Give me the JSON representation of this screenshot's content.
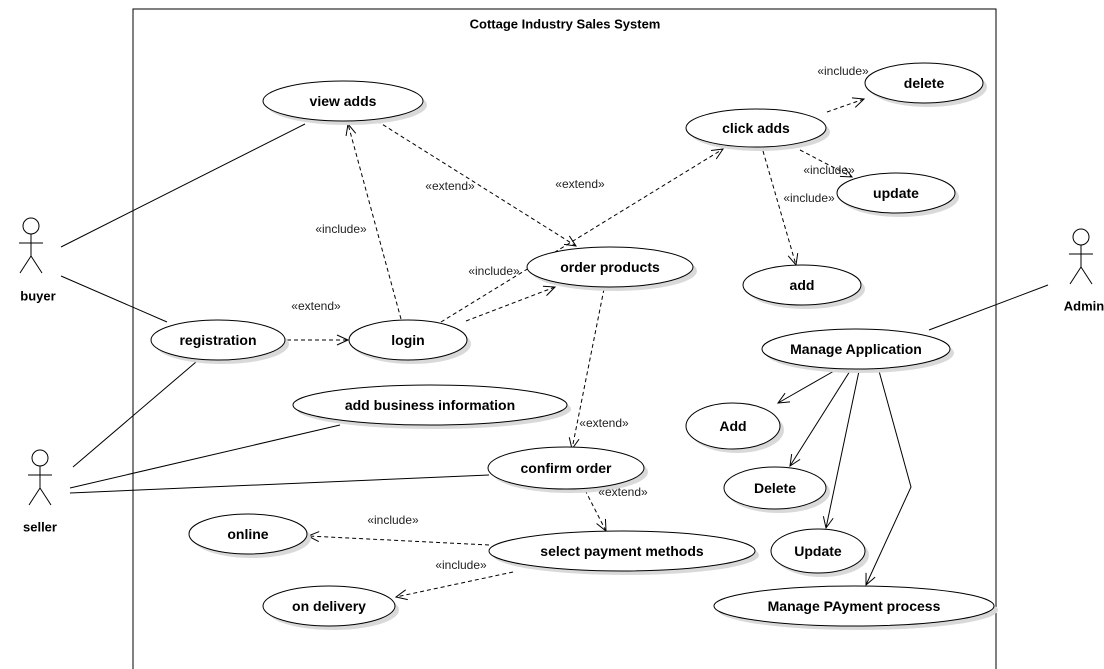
{
  "system": {
    "title": "Cottage Industry Sales System"
  },
  "actors": [
    {
      "id": "buyer",
      "label": "buyer"
    },
    {
      "id": "seller",
      "label": "seller"
    },
    {
      "id": "admin",
      "label": "Admin"
    }
  ],
  "use_cases": [
    {
      "id": "view_adds",
      "label": "view adds"
    },
    {
      "id": "click_adds",
      "label": "click adds"
    },
    {
      "id": "delete",
      "label": "delete"
    },
    {
      "id": "update",
      "label": "update"
    },
    {
      "id": "add",
      "label": "add"
    },
    {
      "id": "order_products",
      "label": "order products"
    },
    {
      "id": "registration",
      "label": "registration"
    },
    {
      "id": "login",
      "label": "login"
    },
    {
      "id": "manage_application",
      "label": "Manage Application"
    },
    {
      "id": "add_business_info",
      "label": "add business information"
    },
    {
      "id": "admin_add",
      "label": "Add"
    },
    {
      "id": "confirm_order",
      "label": "confirm order"
    },
    {
      "id": "admin_delete",
      "label": "Delete"
    },
    {
      "id": "online",
      "label": "online"
    },
    {
      "id": "select_payment",
      "label": "select payment methods"
    },
    {
      "id": "admin_update",
      "label": "Update"
    },
    {
      "id": "on_delivery",
      "label": "on delivery"
    },
    {
      "id": "manage_payment",
      "label": "Manage PAyment process"
    }
  ],
  "associations": [
    {
      "from": "buyer",
      "to": "view_adds"
    },
    {
      "from": "buyer",
      "to": "registration"
    },
    {
      "from": "seller",
      "to": "registration"
    },
    {
      "from": "seller",
      "to": "add_business_info"
    },
    {
      "from": "seller",
      "to": "confirm_order"
    },
    {
      "from": "admin",
      "to": "manage_application"
    }
  ],
  "dependencies": [
    {
      "from": "login",
      "to": "view_adds",
      "label": "«include»"
    },
    {
      "from": "view_adds",
      "to": "order_products",
      "label": "«extend»"
    },
    {
      "from": "login",
      "to": "click_adds",
      "label": "«extend»"
    },
    {
      "from": "login",
      "to": "order_products",
      "label": "«include»"
    },
    {
      "from": "registration",
      "to": "login",
      "label": "«extend»"
    },
    {
      "from": "click_adds",
      "to": "delete",
      "label": "«include»"
    },
    {
      "from": "click_adds",
      "to": "update",
      "label": "«include»"
    },
    {
      "from": "click_adds",
      "to": "add",
      "label": "«include»"
    },
    {
      "from": "order_products",
      "to": "confirm_order",
      "label": "«extend»"
    },
    {
      "from": "confirm_order",
      "to": "select_payment",
      "label": "«extend»"
    },
    {
      "from": "select_payment",
      "to": "online",
      "label": "«include»"
    },
    {
      "from": "select_payment",
      "to": "on_delivery",
      "label": "«include»"
    }
  ],
  "generalizations": [
    {
      "from": "manage_application",
      "to": "admin_add"
    },
    {
      "from": "manage_application",
      "to": "admin_delete"
    },
    {
      "from": "manage_application",
      "to": "admin_update"
    },
    {
      "from": "manage_application",
      "to": "manage_payment"
    }
  ]
}
